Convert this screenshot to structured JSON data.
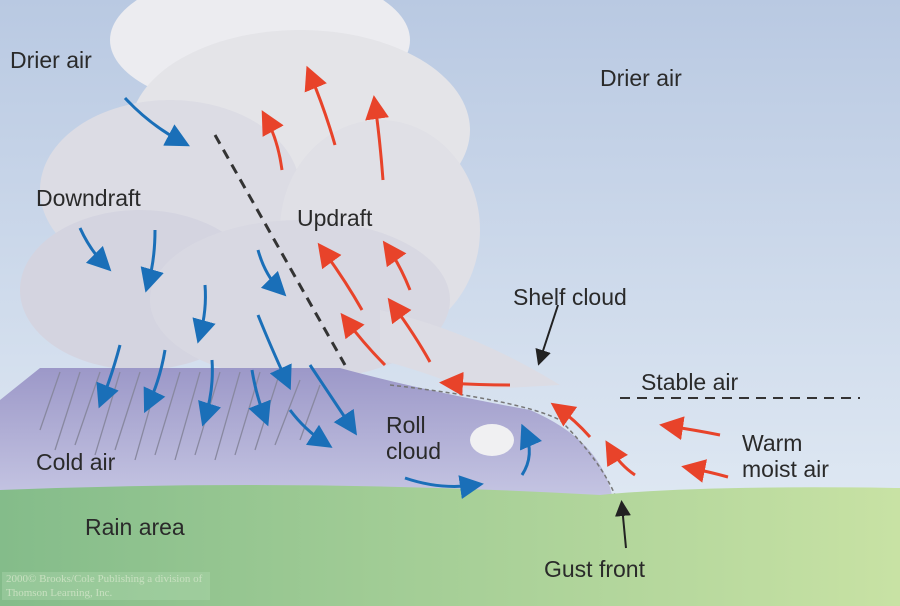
{
  "labels": {
    "drier_air_left": "Drier air",
    "drier_air_right": "Drier air",
    "downdraft": "Downdraft",
    "updraft": "Updraft",
    "shelf_cloud": "Shelf cloud",
    "stable_air": "Stable air",
    "roll_cloud": "Roll cloud",
    "warm_moist_air": "Warm moist air",
    "cold_air": "Cold air",
    "rain_area": "Rain area",
    "gust_front": "Gust front"
  },
  "copyright": "2000© Brooks/Cole Publishing a division of Thomson Learning, Inc.",
  "colors": {
    "sky_top": "#b8c8e0",
    "sky_bottom": "#e4ecf4",
    "ground": "#8cc08c",
    "cold_air": "#a8a4d0",
    "cloud": "#e6e6ea",
    "downdraft": "#1a6fb8",
    "updraft": "#e8432a"
  }
}
